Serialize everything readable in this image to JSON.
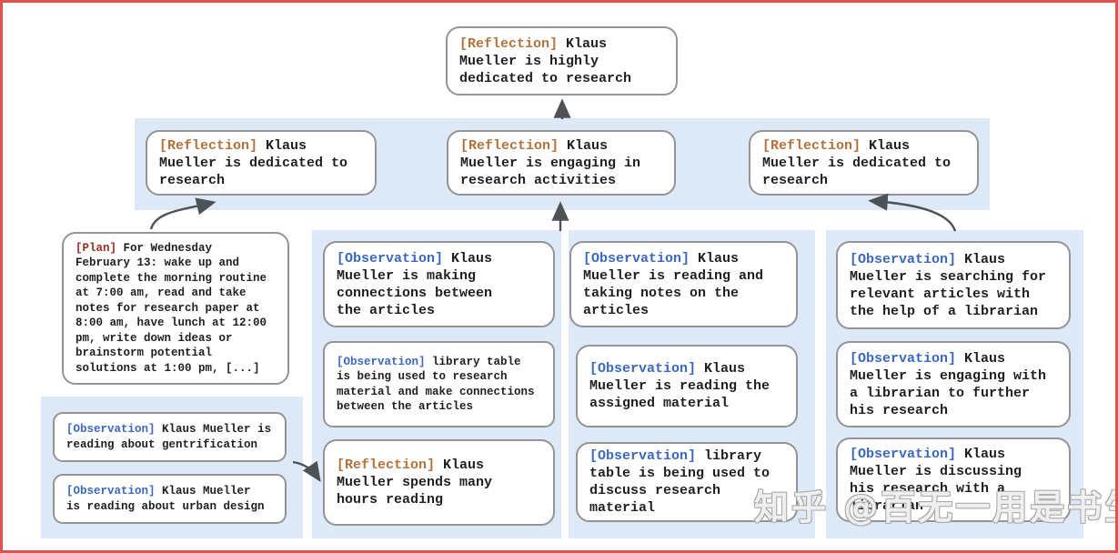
{
  "colors": {
    "frame_red": "#e0514f",
    "panel_blue": "#dde9f7",
    "box_border": "#949494",
    "body_text": "#1f1f1f",
    "tag_reflection": "#b4713a",
    "tag_observation": "#3b68bf",
    "tag_plan": "#9b2d20",
    "arrow": "#4d5257"
  },
  "nodes": {
    "root": {
      "tag": "[Reflection]",
      "text": "Klaus\nMueller is highly\ndedicated to research"
    },
    "ref_left": {
      "tag": "[Reflection]",
      "text": "Klaus\nMueller is dedicated to\nresearch"
    },
    "ref_mid": {
      "tag": "[Reflection]",
      "text": "Klaus\nMueller is engaging in\nresearch activities"
    },
    "ref_right": {
      "tag": "[Reflection]",
      "text": "Klaus\nMueller is dedicated to\nresearch"
    },
    "plan": {
      "tag": "[Plan]",
      "text": "For Wednesday\nFebruary 13: wake up and\ncomplete the morning routine\nat 7:00 am, read and take\nnotes for research paper at\n8:00 am, have lunch at 12:00\npm, write down ideas or\nbrainstorm potential\nsolutions at 1:00 pm, [...]"
    },
    "obs_gentrification": {
      "tag": "[Observation]",
      "text": "Klaus Mueller is\nreading about gentrification"
    },
    "obs_urban": {
      "tag": "[Observation]",
      "text": "Klaus Mueller\nis reading about urban design"
    },
    "obs_connections": {
      "tag": "[Observation]",
      "text": "Klaus\nMueller is making\nconnections between\nthe articles"
    },
    "obs_table_research": {
      "tag": "[Observation]",
      "text": "library table\nis being used to research\nmaterial and make connections\nbetween the articles"
    },
    "ref_hours": {
      "tag": "[Reflection]",
      "text": "Klaus\nMueller spends many\nhours reading"
    },
    "obs_notes": {
      "tag": "[Observation]",
      "text": "Klaus\nMueller is reading and\ntaking notes on the\narticles"
    },
    "obs_assigned": {
      "tag": "[Observation]",
      "text": "Klaus\nMueller is reading the\nassigned material"
    },
    "obs_table_discuss": {
      "tag": "[Observation]",
      "text": "library\ntable is being used to\ndiscuss research material"
    },
    "obs_searching": {
      "tag": "[Observation]",
      "text": "Klaus\nMueller is searching for\nrelevant articles with\nthe help of a librarian"
    },
    "obs_engaging": {
      "tag": "[Observation]",
      "text": "Klaus\nMueller is engaging with\na librarian to further\nhis research"
    },
    "obs_discussing": {
      "tag": "[Observation]",
      "text": "Klaus\nMueller is discussing\nhis research with a\nlibrarian"
    }
  },
  "watermark": {
    "text": "知乎 @百无一用是书生"
  }
}
